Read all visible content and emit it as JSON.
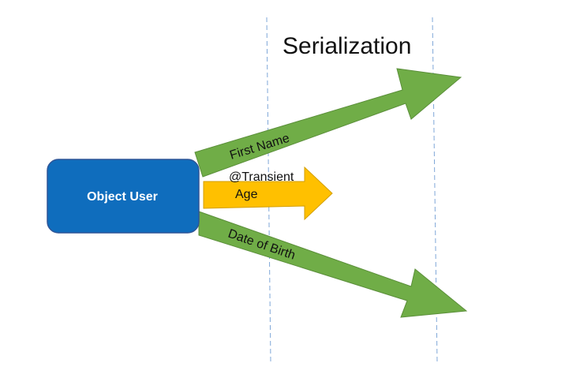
{
  "diagram": {
    "title": "Serialization",
    "object": {
      "label": "Object User",
      "fill": "#0f6dbd",
      "stroke": "#2f5597"
    },
    "arrows": [
      {
        "id": "first-name",
        "label": "First Name",
        "color": "#70ad47"
      },
      {
        "id": "age",
        "label": "Age",
        "annotation": "@Transient",
        "color": "#ffc000"
      },
      {
        "id": "date-of-birth",
        "label": "Date of Birth",
        "color": "#70ad47"
      }
    ]
  }
}
